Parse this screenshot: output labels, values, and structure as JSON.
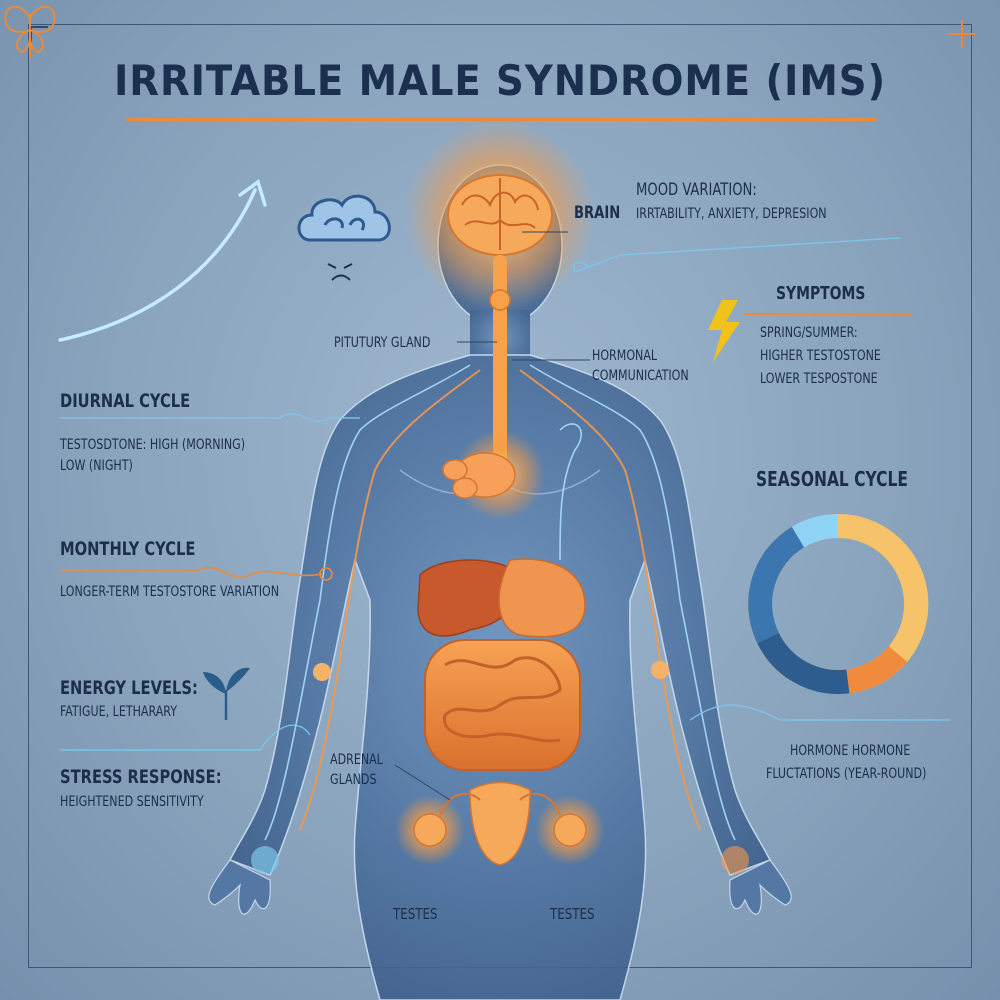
{
  "title": "IRRITABLE MALE SYNDROME (IMS)",
  "labels": {
    "brain": "BRAIN",
    "pituitary": "PITUTURY GLAND",
    "hormonal_1": "HORMONAL",
    "hormonal_2": "COMMUNICATION",
    "adrenal_1": "ADRENAL",
    "adrenal_2": "GLANDS",
    "testes_left": "TESTES",
    "testes_right": "TESTES"
  },
  "mood": {
    "heading": "MOOD VARIATION:",
    "text": "IRRTABILITY, ANXIETY, DEPRESION"
  },
  "symptoms": {
    "heading": "SYMPTOMS",
    "line1": "SPRING/SUMMER:",
    "line2": "HIGHER TESTOSTONE",
    "line3": "LOWER TESPOSTONE"
  },
  "diurnal": {
    "heading": "DIURNAL CYCLE",
    "line1": "TESTOSDTONE: HIGH (MORNING)",
    "line2": "LOW (NIGHT)"
  },
  "monthly": {
    "heading": "MONTHLY CYCLE",
    "text": "LONGER-TERM TESTOSTORE VARIATION"
  },
  "energy": {
    "heading": "ENERGY LEVELS:",
    "text": "FATIGUE, LETHARARY"
  },
  "stress": {
    "heading": "STRESS RESPONSE:",
    "text": "HEIGHTENED SENSITIVITY"
  },
  "seasonal": {
    "heading": "SEASONAL CYCLE",
    "note1": "HORMONE HORMONE",
    "note2": "FLUCTATIONS (YEAR-ROUND)"
  },
  "icons": [
    "arrow-up-icon",
    "storm-cloud-icon",
    "angry-face-icon",
    "lightning-icon",
    "sprout-icon",
    "butterfly-logo-icon"
  ],
  "colors": {
    "accent_orange": "#ea8a3c",
    "glow_orange": "#f7a24a",
    "body_blue": "#4a6f9c",
    "navy_text": "#1b2f4e",
    "light_blue": "#9fd4f0"
  }
}
